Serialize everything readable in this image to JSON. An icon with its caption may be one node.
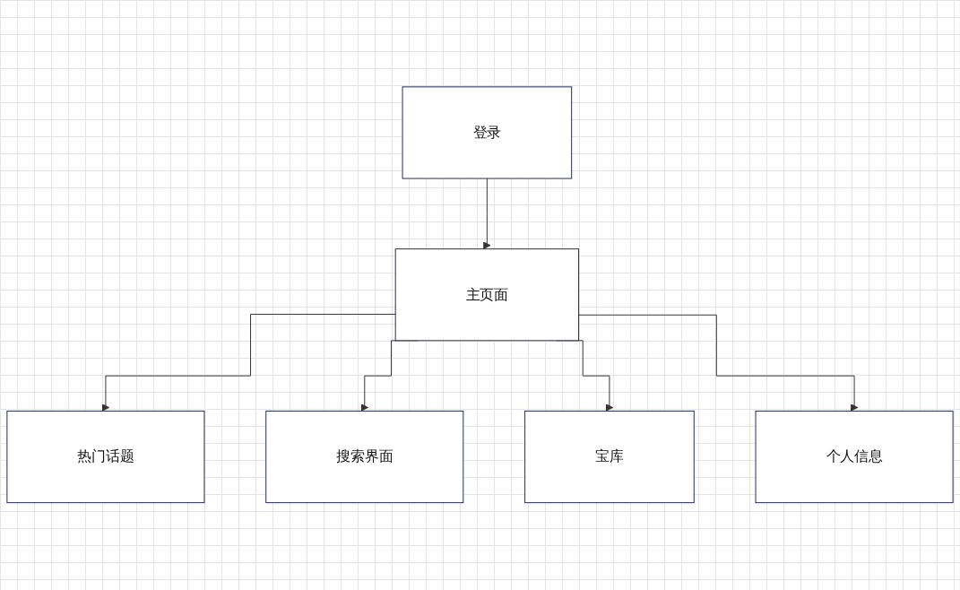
{
  "diagram": {
    "nodes": [
      {
        "text": [
          "登录"
        ]
      },
      {
        "text": [
          "主页面"
        ]
      },
      {
        "text": [
          "热门话题"
        ]
      },
      {
        "text": [
          "搜索界面"
        ]
      },
      {
        "text": [
          "宝库"
        ]
      },
      {
        "text": [
          "个人信息"
        ]
      }
    ],
    "edges": [
      {
        "from": 0,
        "to": 1,
        "arrow": "to"
      },
      {
        "from": 1,
        "to": 2,
        "arrow": "to"
      },
      {
        "from": 1,
        "to": 3,
        "arrow": "to"
      },
      {
        "from": 1,
        "to": 4,
        "arrow": "to"
      },
      {
        "from": 1,
        "to": 5,
        "arrow": "to"
      }
    ]
  }
}
